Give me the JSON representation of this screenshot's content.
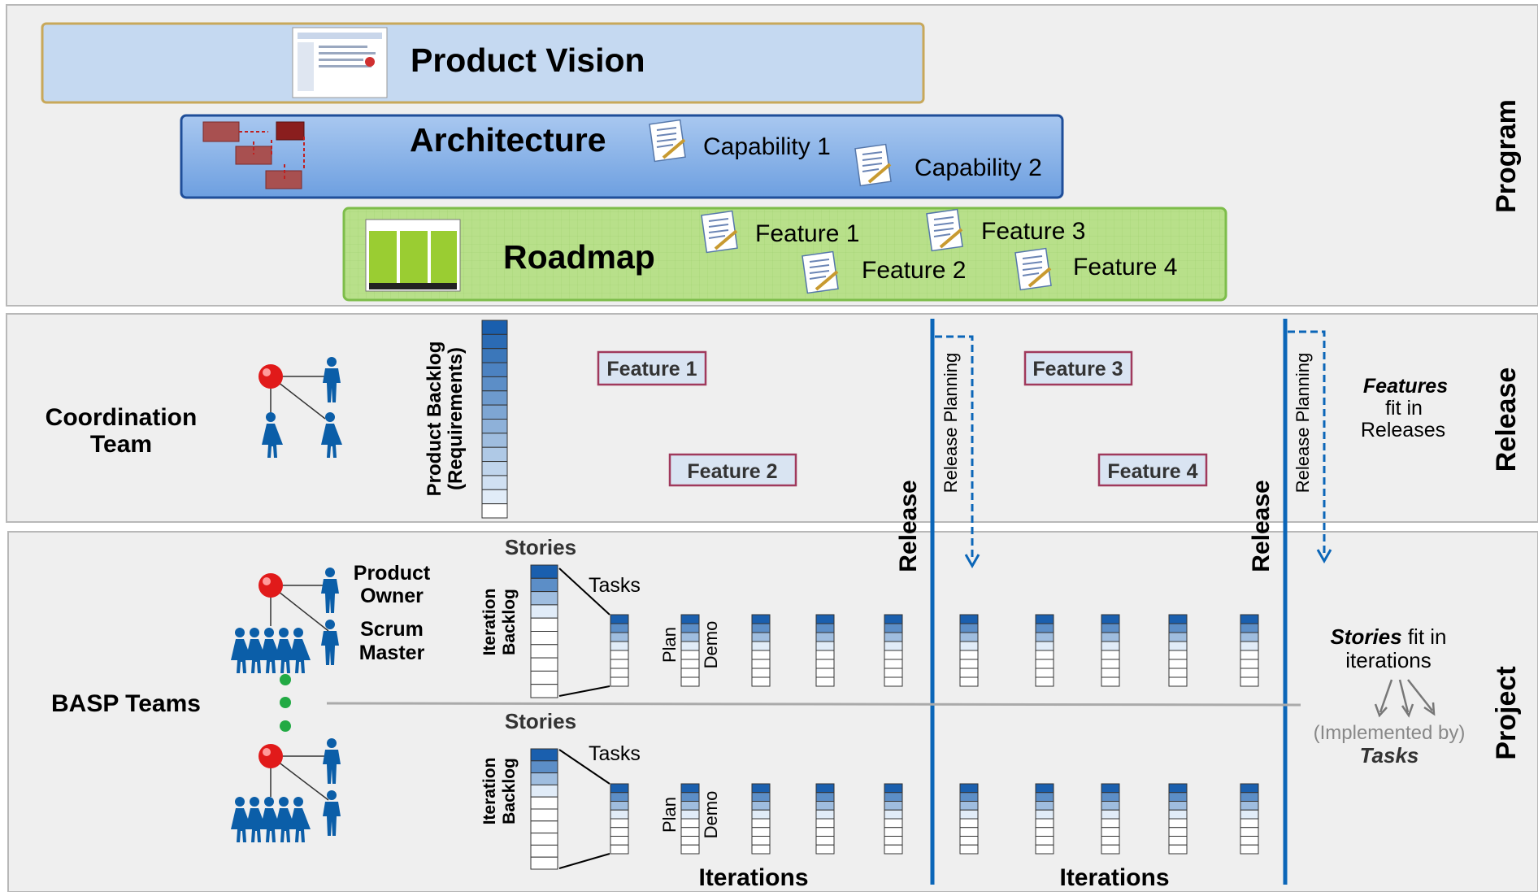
{
  "program": {
    "product_vision": "Product Vision",
    "architecture": "Architecture",
    "capabilities": [
      "Capability 1",
      "Capability 2"
    ],
    "roadmap": "Roadmap",
    "features": [
      "Feature 1",
      "Feature 2",
      "Feature 3",
      "Feature 4"
    ]
  },
  "release": {
    "coordination_team": [
      "Coordination",
      "Team"
    ],
    "product_backlog": [
      "Product Backlog",
      "(Requirements)"
    ],
    "feature_boxes": [
      "Feature 1",
      "Feature 2",
      "Feature 3",
      "Feature 4"
    ],
    "release_planning": "Release Planning",
    "release_label": "Release",
    "features_note": {
      "emph": "Features",
      "line2": "fit in",
      "line3": "Releases"
    }
  },
  "project": {
    "product_owner": [
      "Product",
      "Owner"
    ],
    "scrum_master": [
      "Scrum",
      "Master"
    ],
    "basp_teams": "BASP Teams",
    "stories": "Stories",
    "tasks": "Tasks",
    "iteration_backlog": [
      "Iteration",
      "Backlog"
    ],
    "plan": "Plan",
    "demo": "Demo",
    "iterations": "Iterations",
    "stories_note": {
      "emph": "Stories",
      "rest": " fit in",
      "line2": "iterations",
      "line3": "(Implemented by)",
      "line4": "Tasks"
    }
  },
  "levels": [
    "Program",
    "Release",
    "Project"
  ],
  "colors": {
    "band_bg": "#efefef",
    "vision_fill": "#c5d9f1",
    "vision_border": "#c8a85a",
    "arch_fill": "#8db4e2",
    "arch_border": "#1f4e99",
    "roadmap_fill": "#b8e08a",
    "roadmap_border": "#7dbd4a",
    "feature_border": "#a0395c",
    "feature_fill": "#d9e4f2",
    "blue": "#0b66b8",
    "people": "#0b5ea8",
    "red_node": "#e11a1a",
    "dots": "#22aa44"
  }
}
